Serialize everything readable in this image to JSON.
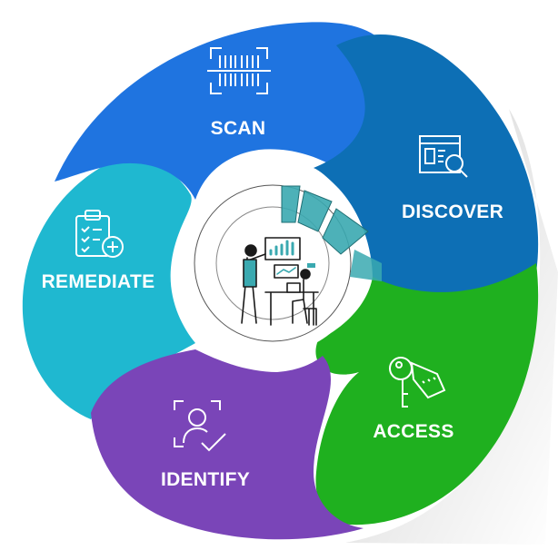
{
  "segments": [
    {
      "id": "scan",
      "label": "SCAN",
      "color": "#1f74e0",
      "icon": "barcode-scan-icon"
    },
    {
      "id": "discover",
      "label": "DISCOVER",
      "color": "#0d6fb5",
      "icon": "search-document-icon"
    },
    {
      "id": "access",
      "label": "ACCESS",
      "color": "#1fb01f",
      "icon": "key-tag-icon"
    },
    {
      "id": "identify",
      "label": "IDENTIFY",
      "color": "#7a45b8",
      "icon": "user-check-icon"
    },
    {
      "id": "remediate",
      "label": "REMEDIATE",
      "color": "#1fb8d0",
      "icon": "clipboard-checklist-icon"
    }
  ],
  "center": {
    "illustration": "team-analytics-illustration",
    "accent": "#3aa9b0"
  }
}
